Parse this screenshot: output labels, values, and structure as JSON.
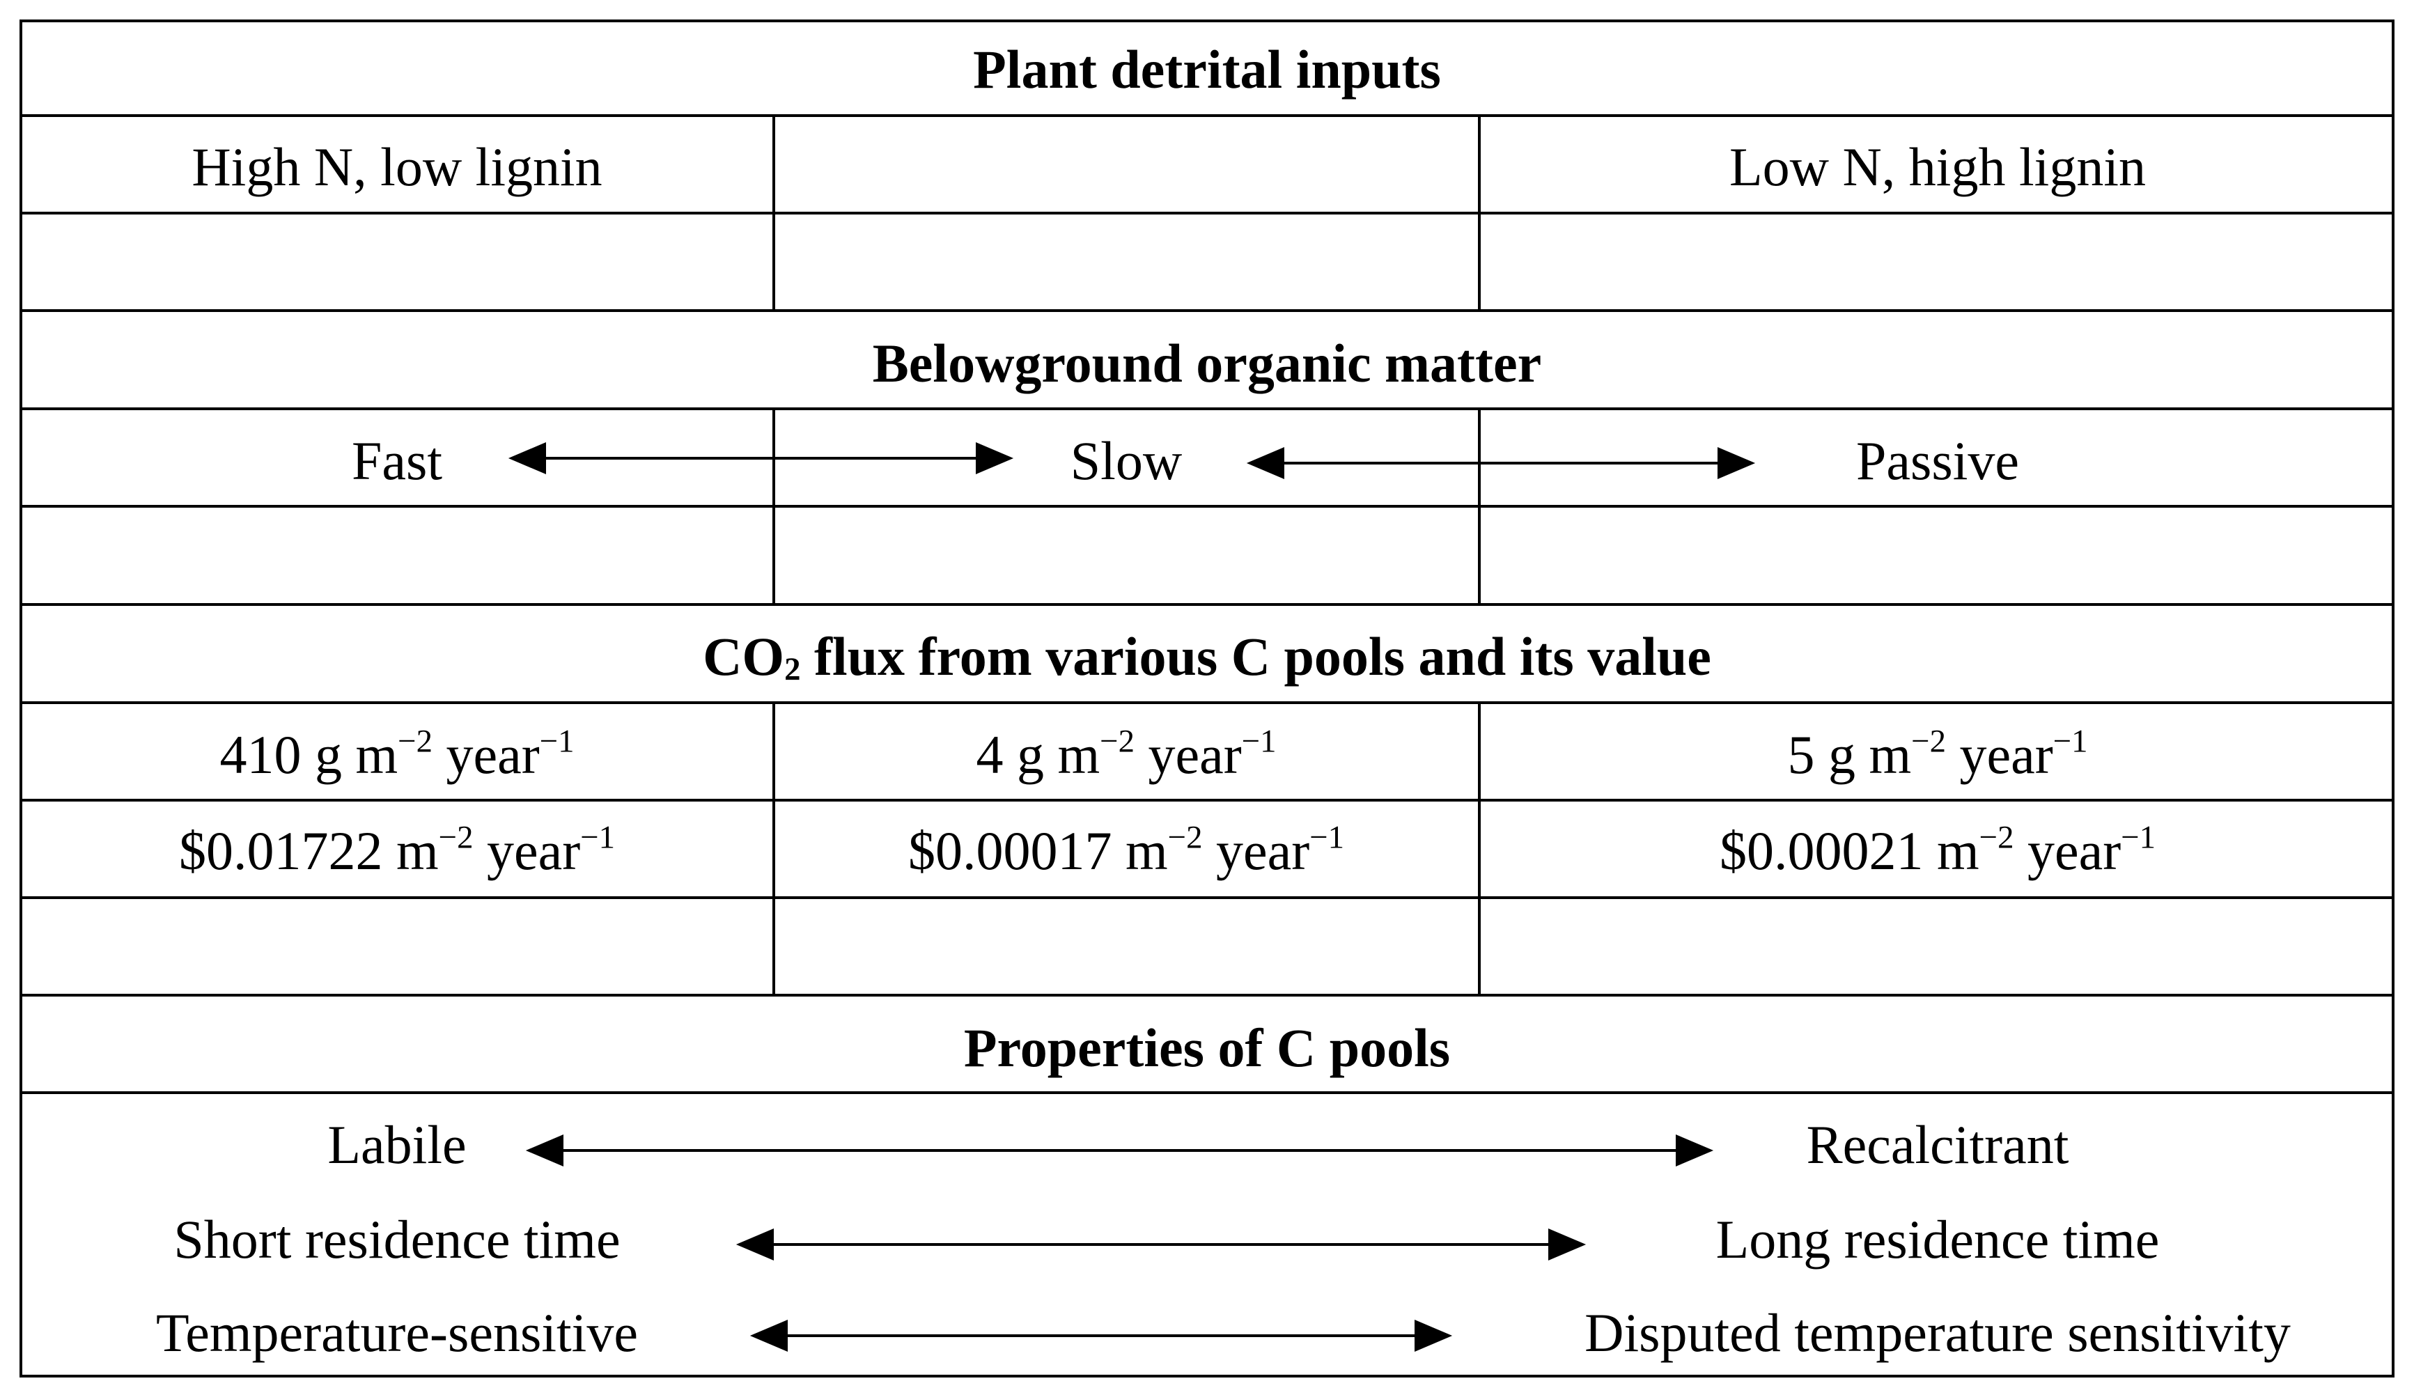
{
  "sections": {
    "plant_inputs": {
      "heading": "Plant detrital inputs",
      "left_label": "High N, low lignin",
      "right_label": "Low N, high lignin"
    },
    "organic_matter": {
      "heading": "Belowground organic matter",
      "pools": [
        "Fast",
        "Slow",
        "Passive"
      ]
    },
    "co2_flux": {
      "heading_pre": "CO",
      "heading_sub": "2",
      "heading_post": " flux from various C pools and its value",
      "flux": [
        {
          "num": "410 g m",
          "exp1": "−2",
          "mid": " year",
          "exp2": "−1"
        },
        {
          "num": "4 g m",
          "exp1": "−2",
          "mid": " year",
          "exp2": "−1"
        },
        {
          "num": "5 g m",
          "exp1": "−2",
          "mid": " year",
          "exp2": "−1"
        }
      ],
      "value": [
        {
          "num": "$0.01722 m",
          "exp1": "−2",
          "mid": " year",
          "exp2": "−1"
        },
        {
          "num": "$0.00017 m",
          "exp1": "−2",
          "mid": " year",
          "exp2": "−1"
        },
        {
          "num": "$0.00021 m",
          "exp1": "−2",
          "mid": " year",
          "exp2": "−1"
        }
      ]
    },
    "properties": {
      "heading": "Properties of C pools",
      "rows": [
        {
          "left": "Labile",
          "right": "Recalcitrant"
        },
        {
          "left": "Short residence time",
          "right": "Long residence time"
        },
        {
          "left": "Temperature-sensitive",
          "right": "Disputed temperature sensitivity"
        }
      ]
    }
  }
}
